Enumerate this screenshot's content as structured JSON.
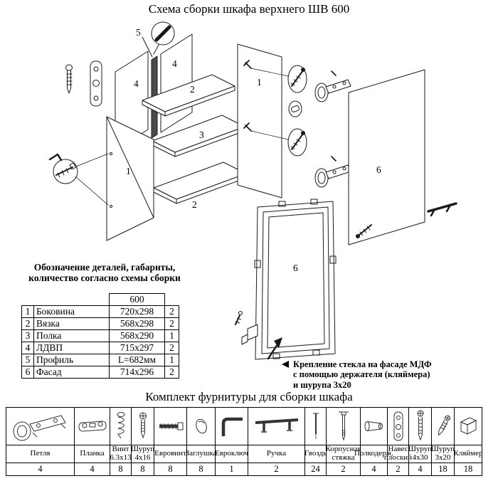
{
  "page": {
    "title": "Схема сборки шкафа верхнего ШВ 600",
    "hardware_title": "Комплект фурнитуры для сборки шкафа"
  },
  "parts_note": {
    "line1": "Обозначение деталей, габариты,",
    "line2": "количество согласно схемы сборки"
  },
  "glass_note": {
    "line1": "Крепление стекла на фасаде МДФ",
    "line2": "с помощью держателя (кляймера)",
    "line3": "и шурупа 3x20"
  },
  "diagram": {
    "labels": {
      "profile": "5",
      "back_left": "4",
      "back_right": "4",
      "top_shelf": "2",
      "middle_shelf": "3",
      "bottom_shelf": "2",
      "left_side": "1",
      "right_side": "1",
      "right_facade": "6",
      "glass_facade": "6"
    }
  },
  "parts_table": {
    "size_header": "600",
    "rows": [
      {
        "num": "1",
        "name": "Боковина",
        "size": "720x298",
        "qty": "2"
      },
      {
        "num": "2",
        "name": "Вязка",
        "size": "568x298",
        "qty": "2"
      },
      {
        "num": "3",
        "name": "Полка",
        "size": "568x290",
        "qty": "1"
      },
      {
        "num": "4",
        "name": "ЛДВП",
        "size": "715x297",
        "qty": "2"
      },
      {
        "num": "5",
        "name": "Профиль",
        "size": "L=682мм",
        "qty": "1"
      },
      {
        "num": "6",
        "name": "Фасад",
        "size": "714x296",
        "qty": "2"
      }
    ]
  },
  "hardware": {
    "items": [
      {
        "name": "Петля",
        "qty": "4"
      },
      {
        "name": "Планка",
        "qty": "4"
      },
      {
        "name": "Винт\n6.3x13",
        "qty": "8"
      },
      {
        "name": "Шуруп\n4x16",
        "qty": "8"
      },
      {
        "name": "Евровинт",
        "qty": "8"
      },
      {
        "name": "Заглушка",
        "qty": "8"
      },
      {
        "name": "Евроключ",
        "qty": "1"
      },
      {
        "name": "Ручка",
        "qty": "2"
      },
      {
        "name": "Гвоздь",
        "qty": "24"
      },
      {
        "name": "Корпусная\nстяжка",
        "qty": "2"
      },
      {
        "name": "Полкодерж.",
        "qty": "4"
      },
      {
        "name": "Навес\nплоский",
        "qty": "2"
      },
      {
        "name": "Шуруп\n4x30",
        "qty": "4"
      },
      {
        "name": "Шуруп\n3x20",
        "qty": "18"
      },
      {
        "name": "Кляймер",
        "qty": "18"
      }
    ]
  }
}
